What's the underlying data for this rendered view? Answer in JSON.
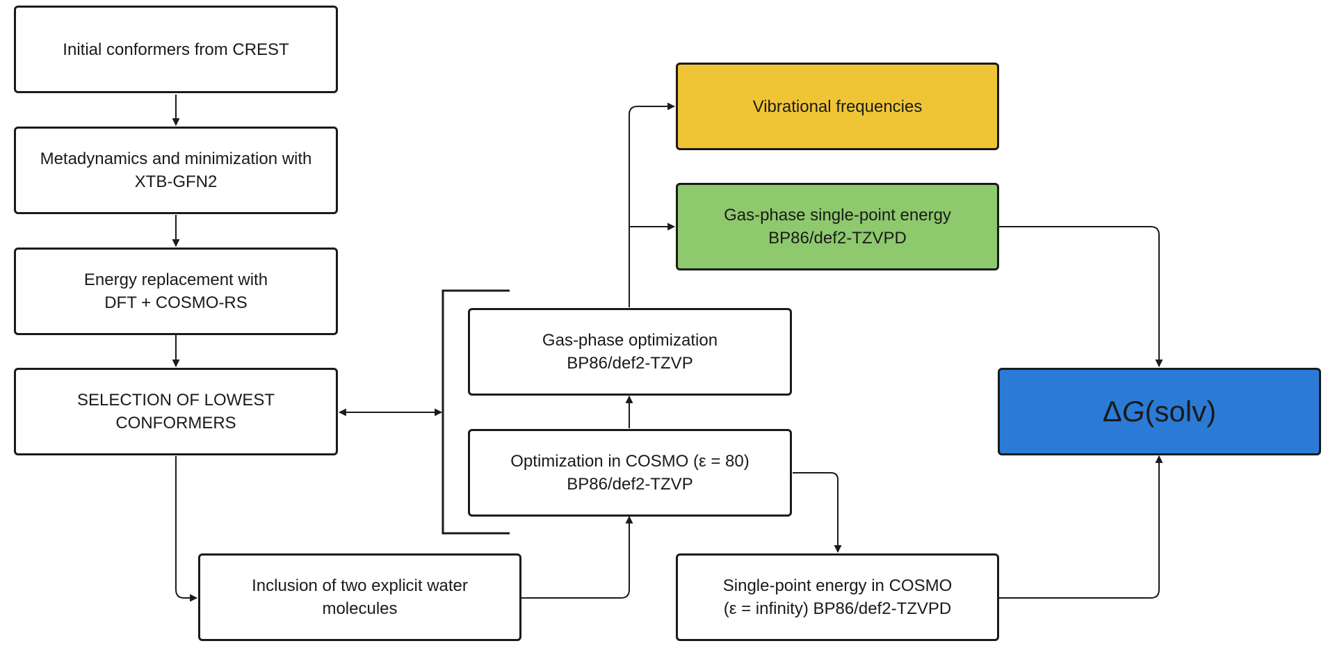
{
  "steps": {
    "crest": {
      "text": "Initial conformers from CREST"
    },
    "metadyn": {
      "line1": "Metadynamics and minimization with",
      "line2": "XTB-GFN2"
    },
    "energy": {
      "line1": "Energy replacement with",
      "line2": "DFT + COSMO-RS"
    },
    "select": {
      "line1": "SELECTION OF LOWEST",
      "line2": "CONFORMERS"
    },
    "water": {
      "line1": "Inclusion of two explicit water",
      "line2": "molecules"
    },
    "gasopt": {
      "line1": "Gas-phase optimization",
      "line2": "BP86/def2-TZVP"
    },
    "cosmoopt": {
      "line1": "Optimization in COSMO (ε = 80)",
      "line2": "BP86/def2-TZVP"
    },
    "vib": {
      "text": "Vibrational frequencies"
    },
    "gassp": {
      "line1": "Gas-phase single-point energy",
      "line2": "BP86/def2-TZVPD"
    },
    "cosmosp": {
      "line1": "Single-point energy in COSMO",
      "line2": "(ε = infinity) BP86/def2-TZVPD"
    },
    "dg": {
      "delta": "Δ",
      "g": "G",
      "rest": "(solv)"
    }
  },
  "colors": {
    "vibrational": "#f0c535",
    "gas_single_point": "#8ec96d",
    "delta_g": "#2b7bd6",
    "stroke": "#1a1a1a"
  }
}
